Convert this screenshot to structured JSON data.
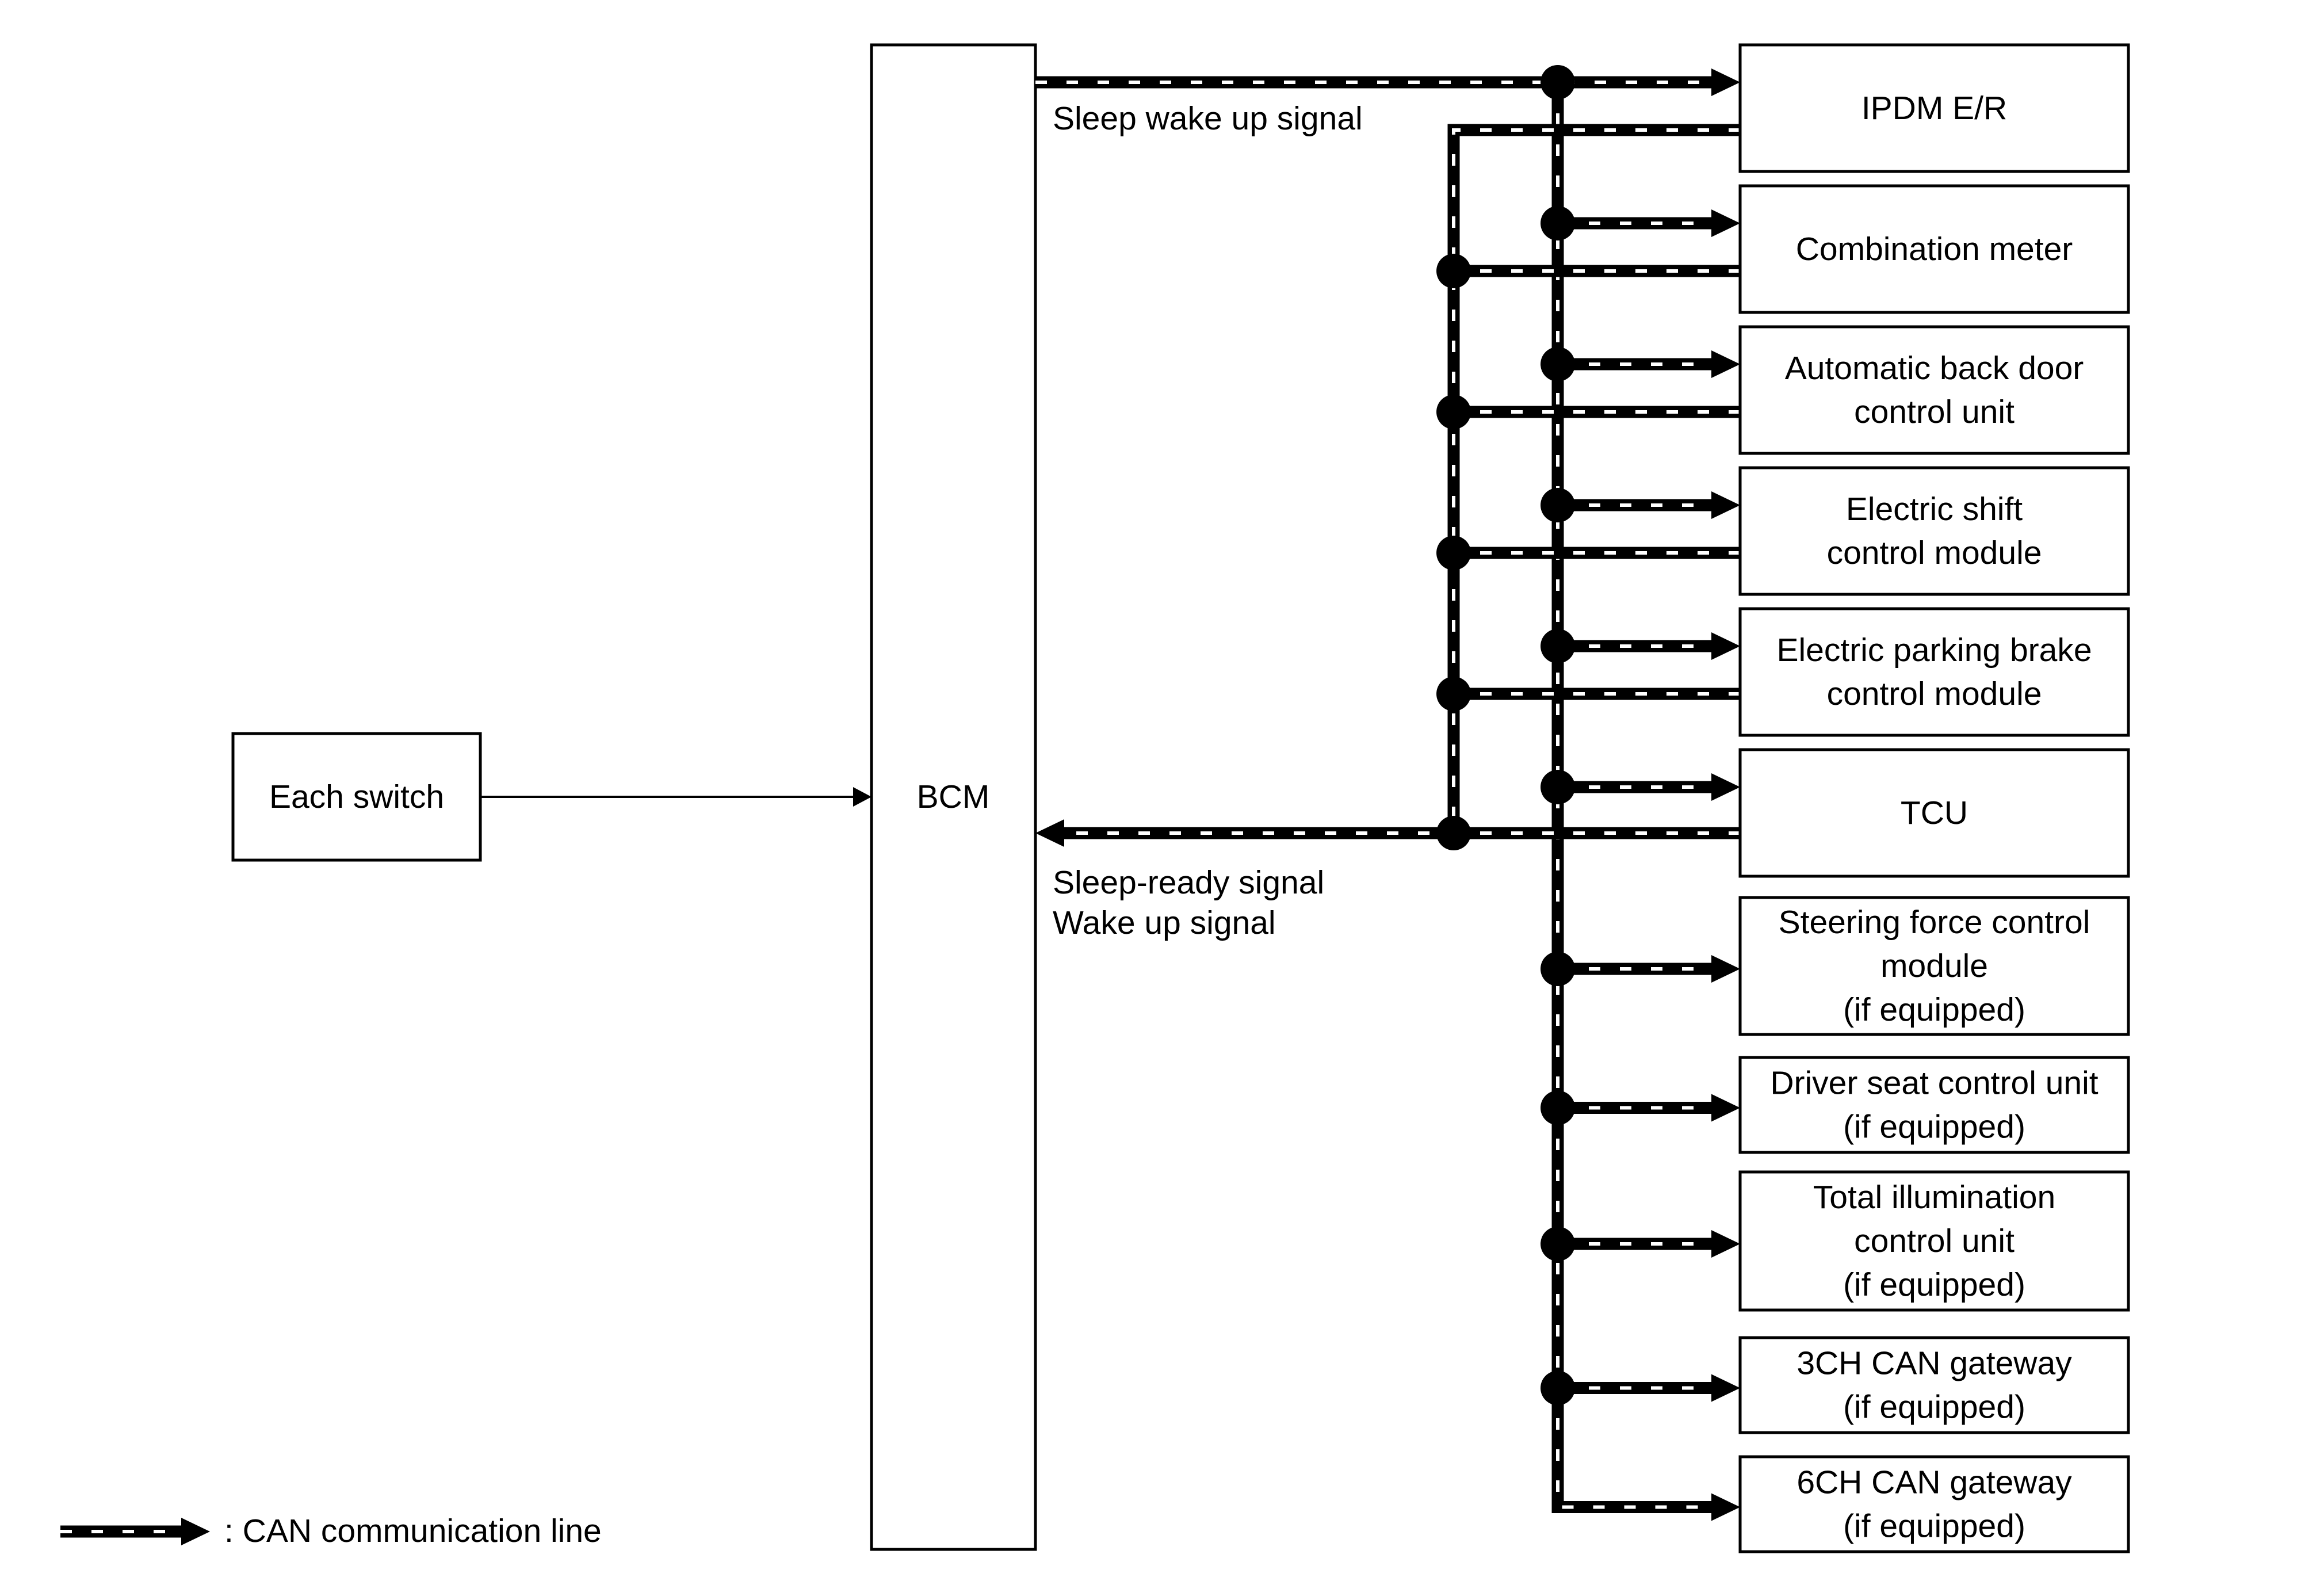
{
  "bcm": {
    "label": "BCM"
  },
  "switch": {
    "label": "Each switch"
  },
  "signals": {
    "sleep_wake_up": "Sleep wake up signal",
    "sleep_ready": "Sleep-ready signal",
    "wake_up": "Wake up signal"
  },
  "legend": {
    "label": ": CAN communication line"
  },
  "units": [
    {
      "lines": [
        "IPDM E/R"
      ]
    },
    {
      "lines": [
        "Combination meter"
      ]
    },
    {
      "lines": [
        "Automatic back door",
        "control unit"
      ]
    },
    {
      "lines": [
        "Electric shift",
        "control module"
      ]
    },
    {
      "lines": [
        "Electric parking brake",
        "control module"
      ]
    },
    {
      "lines": [
        "TCU"
      ]
    },
    {
      "lines": [
        "Steering force control",
        "module",
        "(if equipped)"
      ]
    },
    {
      "lines": [
        "Driver seat control unit",
        "(if equipped)"
      ]
    },
    {
      "lines": [
        "Total illumination",
        "control unit",
        "(if equipped)"
      ]
    },
    {
      "lines": [
        "3CH CAN gateway",
        "(if equipped)"
      ]
    },
    {
      "lines": [
        "6CH CAN gateway",
        "(if equipped)"
      ]
    }
  ]
}
